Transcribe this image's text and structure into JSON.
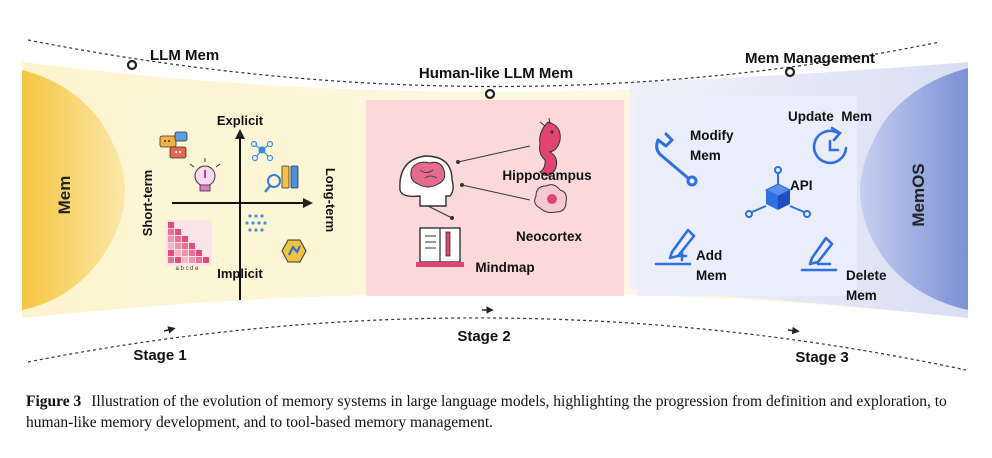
{
  "stages": {
    "top_labels": {
      "llm_mem": "LLM Mem",
      "human_like": "Human-like LLM Mem",
      "mem_management": "Mem Management"
    },
    "bottom_labels": {
      "stage1": "Stage 1",
      "stage2": "Stage 2",
      "stage3": "Stage 3"
    }
  },
  "left_end": {
    "label": "Mem"
  },
  "right_end": {
    "label": "MemOS"
  },
  "panel1": {
    "axis_top": "Explicit",
    "axis_bottom": "Implicit",
    "axis_left": "Short-term",
    "axis_right": "Long-term",
    "matrix_cols": "a b c d e"
  },
  "panel2": {
    "hippocampus": "Hippocampus",
    "neocortex": "Neocortex",
    "mindmap": "Mindmap"
  },
  "panel3": {
    "modify_line1": "Modify",
    "modify_line2": "Mem",
    "update": "Update  Mem",
    "api": "API",
    "add_line1": "Add",
    "add_line2": "Mem",
    "delete_line1": "Delete",
    "delete_line2": "Mem"
  },
  "colors": {
    "panel1_bg": "#fdf6d3",
    "panel2_bg": "#fcdada",
    "panel3_bg": "#e9ecfb",
    "left_end": "#f8d878",
    "right_end": "#97a7df",
    "icon_blue": "#2f6fe0",
    "icon_pink": "#e0456f"
  },
  "caption": {
    "label": "Figure 3",
    "text": "Illustration of the evolution of memory systems in large language models, highlighting the progression from definition and exploration, to human-like memory development, and to tool-based memory management."
  }
}
